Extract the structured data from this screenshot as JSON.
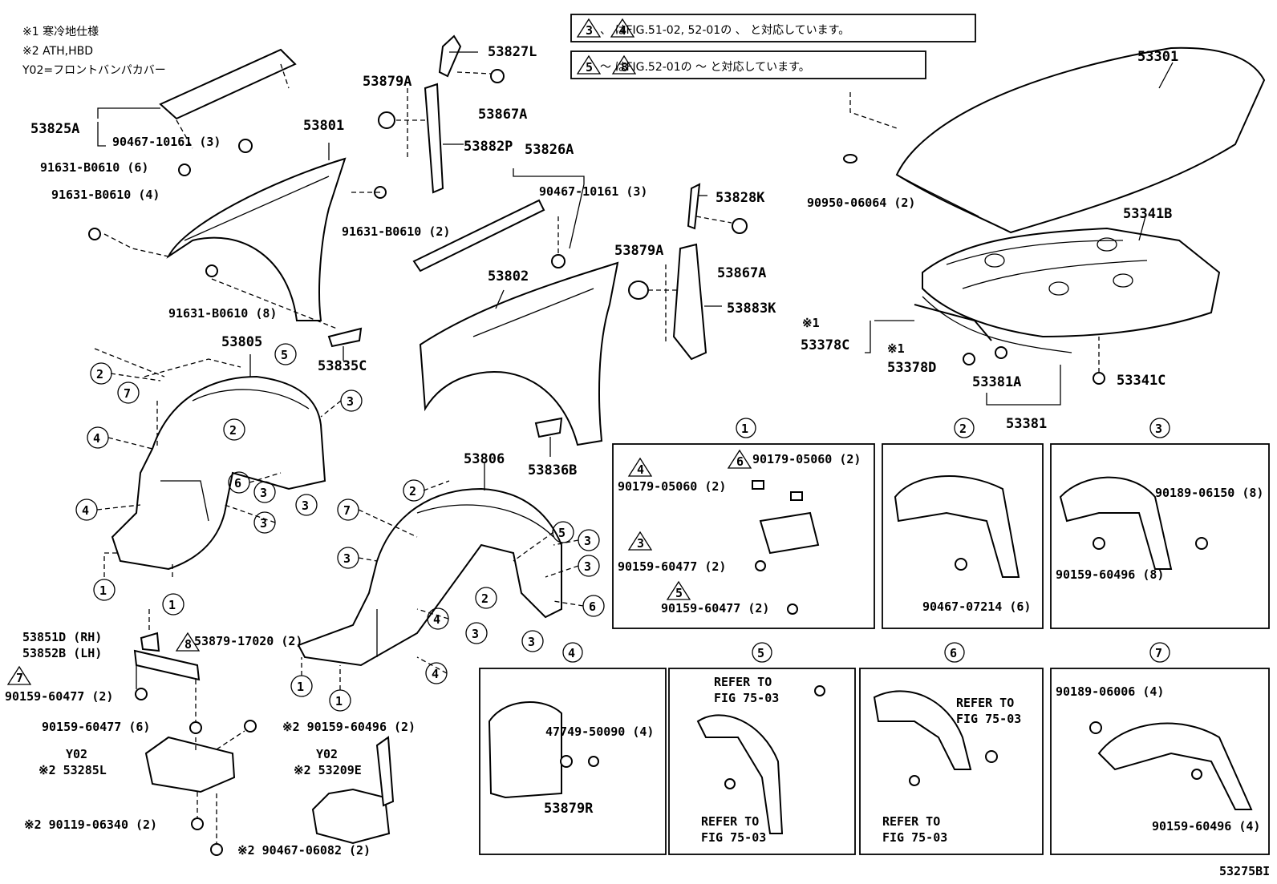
{
  "notes": {
    "line1": "※1 寒冷地仕様",
    "line2": "※2 ATH,HBD",
    "line3": "Y02=フロントバンパカバー",
    "box1": "、 はFIG.51-02, 52-01の 、 と対応しています。",
    "box2": "～ はFIG.52-01の ～ と対応しています。",
    "tri3": "3",
    "tri4": "4",
    "tri5": "5",
    "tri8": "8",
    "tri6": "6",
    "tri7": "7",
    "ref_id": "53275BI"
  },
  "labels": {
    "p53827L": "53827L",
    "p53879A_1": "53879A",
    "p53867A_1": "53867A",
    "p53882P": "53882P",
    "p53826A": "53826A",
    "p53825A": "53825A",
    "p90467_10161_a": "90467-10161 (3)",
    "p53801": "53801",
    "p91631_6": "91631-B0610 (6)",
    "p91631_4": "91631-B0610 (4)",
    "p91631_2": "91631-B0610 (2)",
    "p90467_10161_b": "90467-10161 (3)",
    "p53802": "53802",
    "p91631_8": "91631-B0610 (8)",
    "p53835C": "53835C",
    "p53805": "53805",
    "p53828K": "53828K",
    "p53879A_2": "53879A",
    "p53867A_2": "53867A",
    "p53883K": "53883K",
    "p53836B": "53836B",
    "p53301": "53301",
    "p90950": "90950-06064 (2)",
    "p53341B": "53341B",
    "p53378C": "53378C",
    "p53378D": "53378D",
    "p53381A": "53381A",
    "p53341C": "53341C",
    "p53381": "53381",
    "x1a": "※1",
    "x1b": "※1",
    "p53806": "53806",
    "p53879_17020": "53879-17020 (2)",
    "p53851D": "53851D (RH)",
    "p53852B": "53852B (LH)",
    "p90159_60477_2": "90159-60477 (2)",
    "p90159_60477_6": "90159-60477 (6)",
    "p90159_60496_2": "※2 90159-60496 (2)",
    "y02a": "Y02",
    "p53285L": "※2 53285L",
    "y02b": "Y02",
    "p53209E": "※2 53209E",
    "p90119": "※2 90119-06340 (2)",
    "p90467_06082": "※2 90467-06082 (2)"
  },
  "callouts": [
    "1",
    "2",
    "3",
    "4",
    "5",
    "6",
    "7"
  ],
  "detail": {
    "d1": {
      "num": "1",
      "a": "90179-05060 (2)",
      "b": "90179-05060 (2)",
      "c": "90159-60477 (2)",
      "d": "90159-60477 (2)"
    },
    "d2": {
      "num": "2",
      "a": "90467-07214 (6)"
    },
    "d3": {
      "num": "3",
      "a": "90189-06150 (8)",
      "b": "90159-60496 (8)"
    },
    "d4": {
      "num": "4",
      "a": "47749-50090 (4)",
      "b": "53879R"
    },
    "d5": {
      "num": "5",
      "a": "REFER TO",
      "b": "FIG 75-03",
      "c": "REFER TO",
      "d": "FIG 75-03"
    },
    "d6": {
      "num": "6",
      "a": "REFER TO",
      "b": "FIG 75-03",
      "c": "REFER TO",
      "d": "FIG 75-03"
    },
    "d7": {
      "num": "7",
      "a": "90189-06006 (4)",
      "b": "90159-60496 (4)"
    }
  }
}
